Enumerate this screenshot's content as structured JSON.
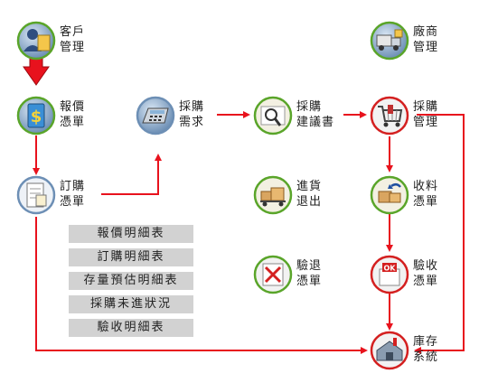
{
  "nodes": [
    {
      "id": "customer-management",
      "label1": "客戶",
      "label2": "管理",
      "icon": "customer-icon"
    },
    {
      "id": "quotation-form",
      "label1": "報價",
      "label2": "憑單",
      "icon": "quotation-icon"
    },
    {
      "id": "order-form",
      "label1": "訂購",
      "label2": "憑單",
      "icon": "order-form-icon"
    },
    {
      "id": "purchase-request",
      "label1": "採購",
      "label2": "需求",
      "icon": "calculator-icon"
    },
    {
      "id": "purchase-proposal",
      "label1": "採購",
      "label2": "建議書",
      "icon": "magnifier-document-icon"
    },
    {
      "id": "vendor-management",
      "label1": "廠商",
      "label2": "管理",
      "icon": "truck-icon"
    },
    {
      "id": "purchase-management",
      "label1": "採購",
      "label2": "管理",
      "icon": "shopping-cart-icon"
    },
    {
      "id": "goods-return",
      "label1": "進貨",
      "label2": "退出",
      "icon": "cart-boxes-icon"
    },
    {
      "id": "receiving-form",
      "label1": "收料",
      "label2": "憑單",
      "icon": "receiving-icon"
    },
    {
      "id": "inspection-return-form",
      "label1": "驗退",
      "label2": "憑單",
      "icon": "reject-x-icon"
    },
    {
      "id": "inspection-receipt-form",
      "label1": "驗收",
      "label2": "憑單",
      "icon": "ok-stamp-icon"
    },
    {
      "id": "inventory-system",
      "label1": "庫存",
      "label2": "系統",
      "icon": "warehouse-icon"
    }
  ],
  "reports": [
    "報價明細表",
    "訂購明細表",
    "存量預估明細表",
    "採購未進狀況",
    "驗收明細表"
  ],
  "colors": {
    "arrow": "#e8121d",
    "ring_green": "#5aa52a",
    "ring_red": "#d42020",
    "report_bg": "#d2d2d2"
  }
}
